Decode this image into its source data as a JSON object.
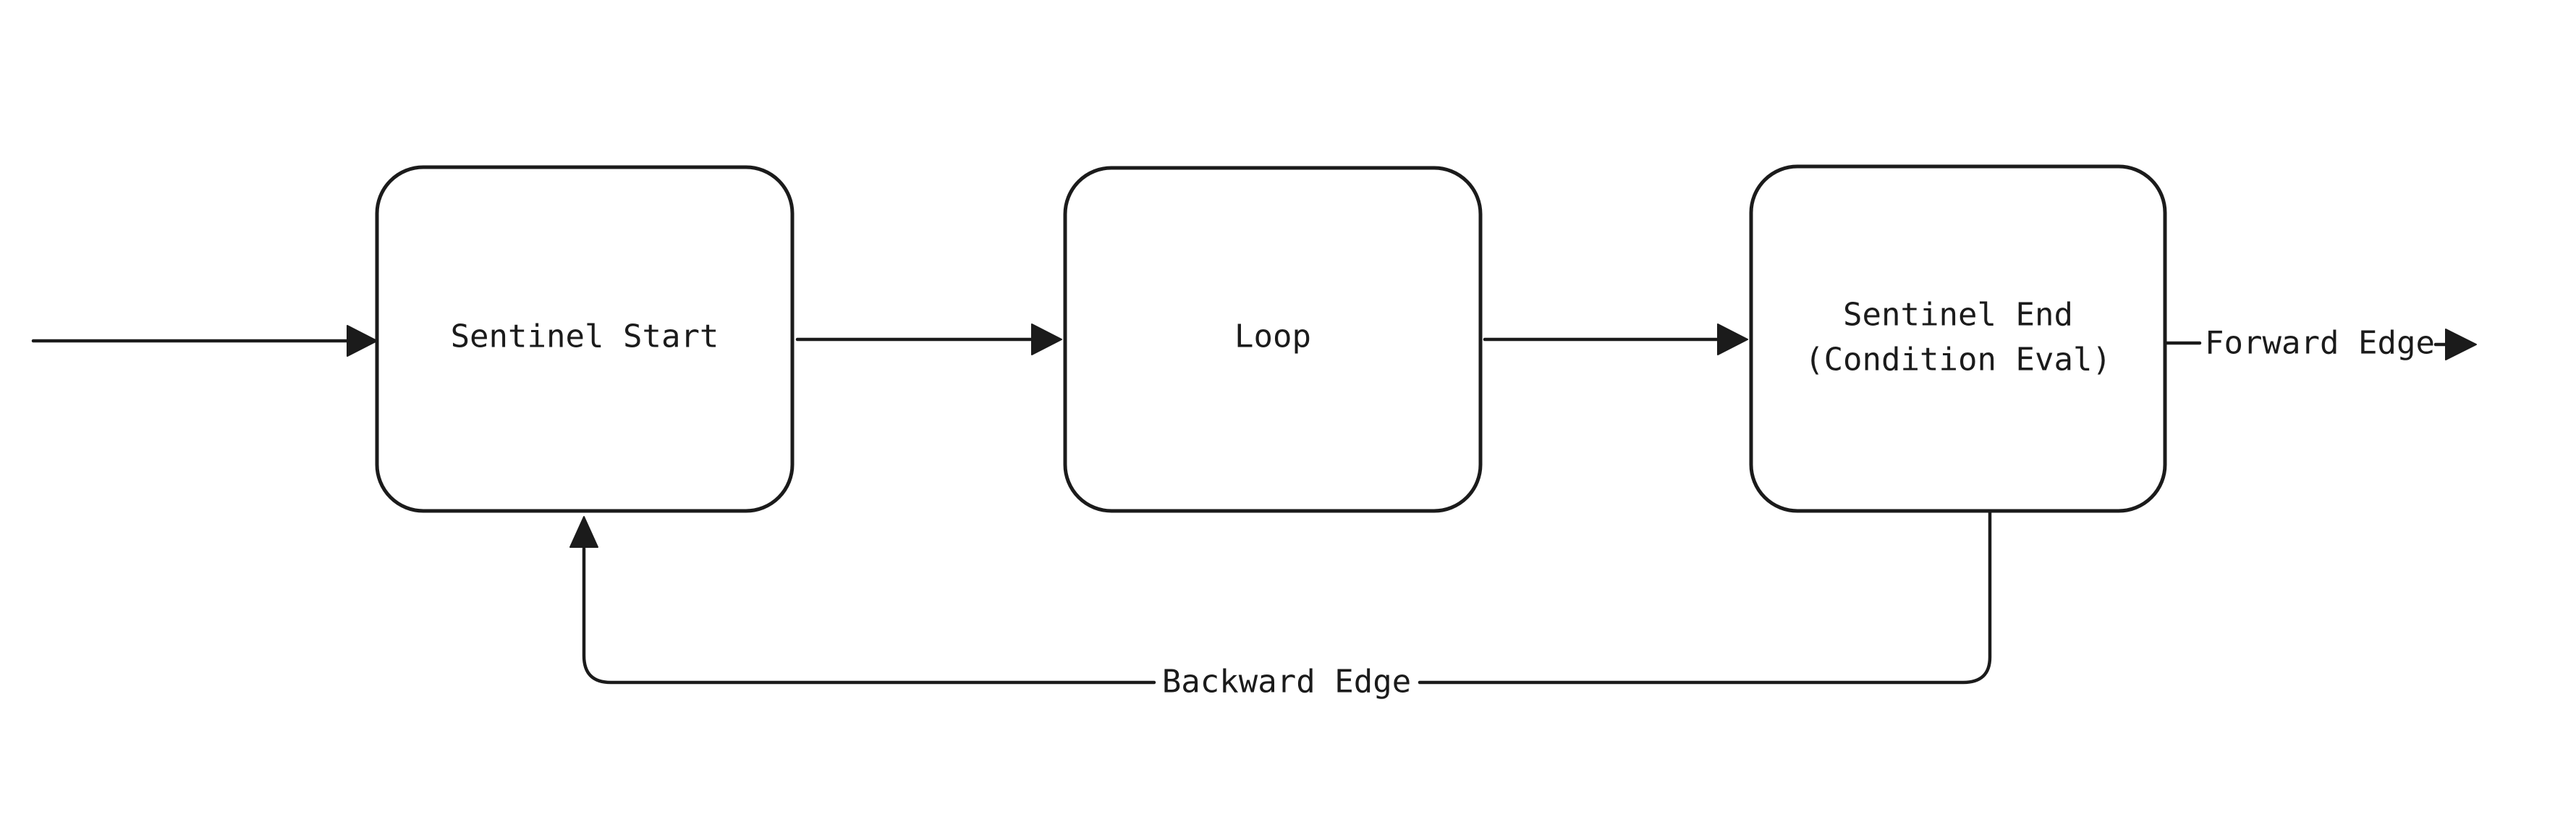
{
  "diagram": {
    "colors": {
      "background": "#ffffff",
      "stroke": "#1b1b1b"
    },
    "nodes": {
      "sentinel_start": {
        "label": "Sentinel Start"
      },
      "loop": {
        "label": "Loop"
      },
      "sentinel_end": {
        "label_line1": "Sentinel End",
        "label_line2": "(Condition Eval)"
      }
    },
    "edges": {
      "forward": {
        "label": "Forward Edge"
      },
      "backward": {
        "label": "Backward Edge"
      }
    }
  }
}
